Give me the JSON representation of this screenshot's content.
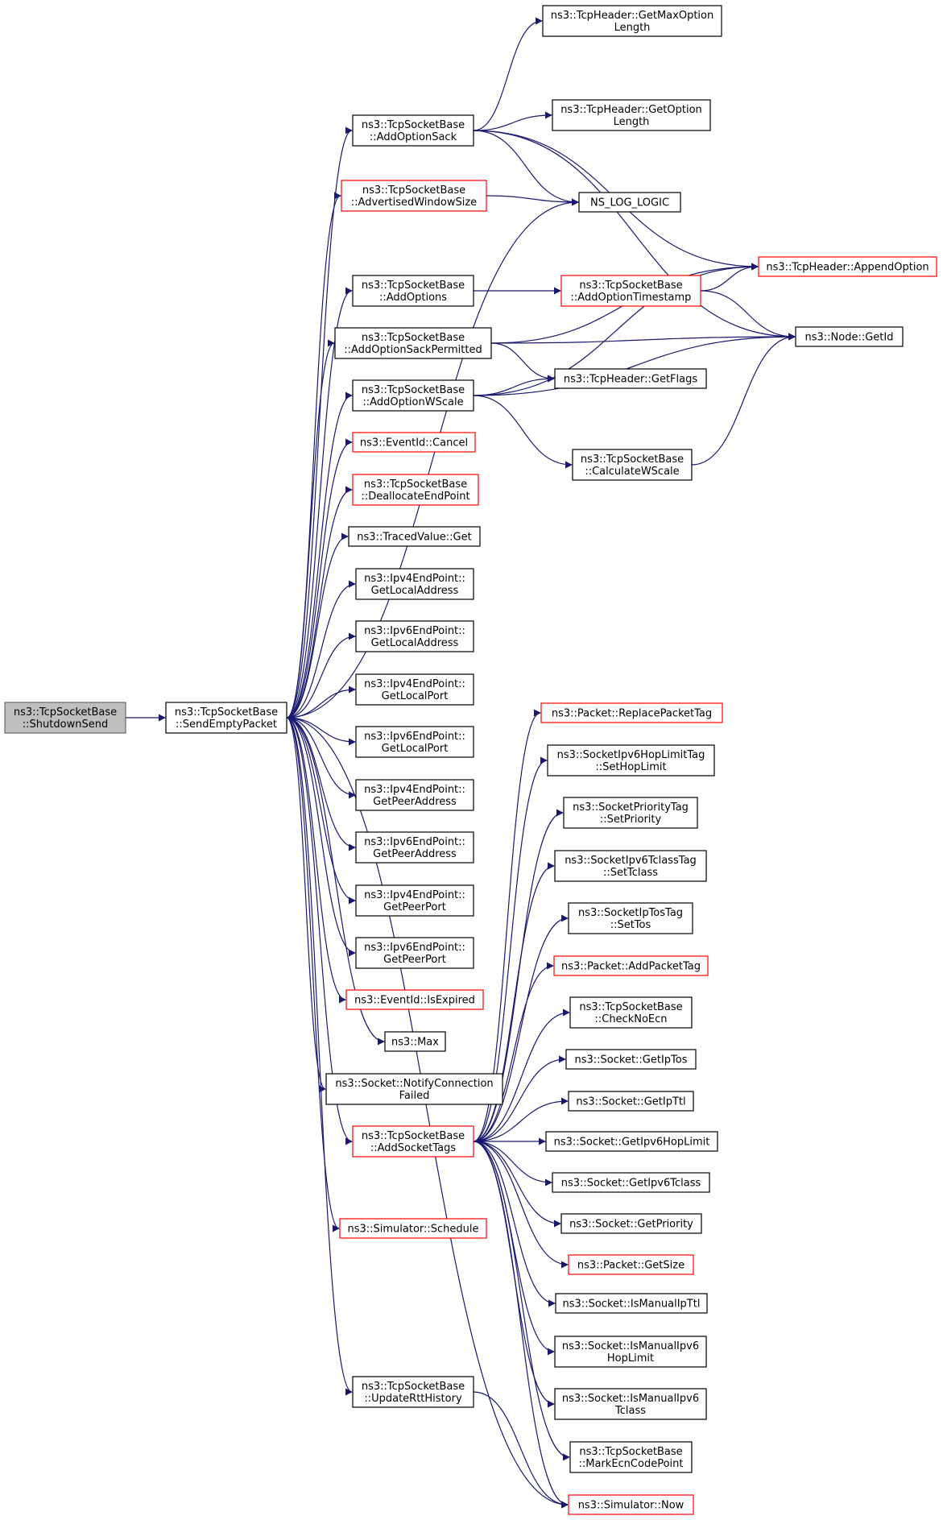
{
  "graph": {
    "nodes": [
      {
        "id": "shutdown_send",
        "lines": [
          "ns3::TcpSocketBase",
          "::ShutdownSend"
        ],
        "style": "root"
      },
      {
        "id": "send_empty_packet",
        "lines": [
          "ns3::TcpSocketBase",
          "::SendEmptyPacket"
        ],
        "style": "normal"
      },
      {
        "id": "add_option_sack",
        "lines": [
          "ns3::TcpSocketBase",
          "::AddOptionSack"
        ],
        "style": "normal"
      },
      {
        "id": "advertised_window_size",
        "lines": [
          "ns3::TcpSocketBase",
          "::AdvertisedWindowSize"
        ],
        "style": "red"
      },
      {
        "id": "add_options",
        "lines": [
          "ns3::TcpSocketBase",
          "::AddOptions"
        ],
        "style": "normal"
      },
      {
        "id": "add_option_sack_permitted",
        "lines": [
          "ns3::TcpSocketBase",
          "::AddOptionSackPermitted"
        ],
        "style": "normal"
      },
      {
        "id": "add_option_wscale",
        "lines": [
          "ns3::TcpSocketBase",
          "::AddOptionWScale"
        ],
        "style": "normal"
      },
      {
        "id": "eventid_cancel",
        "lines": [
          "ns3::EventId::Cancel"
        ],
        "style": "red"
      },
      {
        "id": "deallocate_endpoint",
        "lines": [
          "ns3::TcpSocketBase",
          "::DeallocateEndPoint"
        ],
        "style": "red"
      },
      {
        "id": "tracedvalue_get",
        "lines": [
          "ns3::TracedValue::Get"
        ],
        "style": "normal"
      },
      {
        "id": "ipv4_get_local_address",
        "lines": [
          "ns3::Ipv4EndPoint::",
          "GetLocalAddress"
        ],
        "style": "normal"
      },
      {
        "id": "ipv6_get_local_address",
        "lines": [
          "ns3::Ipv6EndPoint::",
          "GetLocalAddress"
        ],
        "style": "normal"
      },
      {
        "id": "ipv4_get_local_port",
        "lines": [
          "ns3::Ipv4EndPoint::",
          "GetLocalPort"
        ],
        "style": "normal"
      },
      {
        "id": "ipv6_get_local_port",
        "lines": [
          "ns3::Ipv6EndPoint::",
          "GetLocalPort"
        ],
        "style": "normal"
      },
      {
        "id": "ipv4_get_peer_address",
        "lines": [
          "ns3::Ipv4EndPoint::",
          "GetPeerAddress"
        ],
        "style": "normal"
      },
      {
        "id": "ipv6_get_peer_address",
        "lines": [
          "ns3::Ipv6EndPoint::",
          "GetPeerAddress"
        ],
        "style": "normal"
      },
      {
        "id": "ipv4_get_peer_port",
        "lines": [
          "ns3::Ipv4EndPoint::",
          "GetPeerPort"
        ],
        "style": "normal"
      },
      {
        "id": "ipv6_get_peer_port",
        "lines": [
          "ns3::Ipv6EndPoint::",
          "GetPeerPort"
        ],
        "style": "normal"
      },
      {
        "id": "eventid_is_expired",
        "lines": [
          "ns3::EventId::IsExpired"
        ],
        "style": "red"
      },
      {
        "id": "max",
        "lines": [
          "ns3::Max"
        ],
        "style": "normal"
      },
      {
        "id": "notify_connection_failed",
        "lines": [
          "ns3::Socket::NotifyConnection",
          "Failed"
        ],
        "style": "normal"
      },
      {
        "id": "add_socket_tags",
        "lines": [
          "ns3::TcpSocketBase",
          "::AddSocketTags"
        ],
        "style": "red"
      },
      {
        "id": "simulator_schedule",
        "lines": [
          "ns3::Simulator::Schedule"
        ],
        "style": "red"
      },
      {
        "id": "update_rtt_history",
        "lines": [
          "ns3::TcpSocketBase",
          "::UpdateRttHistory"
        ],
        "style": "normal"
      },
      {
        "id": "get_max_option_length",
        "lines": [
          "ns3::TcpHeader::GetMaxOption",
          "Length"
        ],
        "style": "normal"
      },
      {
        "id": "get_option_length",
        "lines": [
          "ns3::TcpHeader::GetOption",
          "Length"
        ],
        "style": "normal"
      },
      {
        "id": "ns_log_logic",
        "lines": [
          "NS_LOG_LOGIC"
        ],
        "style": "normal"
      },
      {
        "id": "append_option",
        "lines": [
          "ns3::TcpHeader::AppendOption"
        ],
        "style": "red"
      },
      {
        "id": "add_option_timestamp",
        "lines": [
          "ns3::TcpSocketBase",
          "::AddOptionTimestamp"
        ],
        "style": "red"
      },
      {
        "id": "node_get_id",
        "lines": [
          "ns3::Node::GetId"
        ],
        "style": "normal"
      },
      {
        "id": "get_flags",
        "lines": [
          "ns3::TcpHeader::GetFlags"
        ],
        "style": "normal"
      },
      {
        "id": "calculate_wscale",
        "lines": [
          "ns3::TcpSocketBase",
          "::CalculateWScale"
        ],
        "style": "normal"
      },
      {
        "id": "replace_packet_tag",
        "lines": [
          "ns3::Packet::ReplacePacketTag"
        ],
        "style": "red"
      },
      {
        "id": "set_hop_limit",
        "lines": [
          "ns3::SocketIpv6HopLimitTag",
          "::SetHopLimit"
        ],
        "style": "normal"
      },
      {
        "id": "set_priority",
        "lines": [
          "ns3::SocketPriorityTag",
          "::SetPriority"
        ],
        "style": "normal"
      },
      {
        "id": "set_tclass",
        "lines": [
          "ns3::SocketIpv6TclassTag",
          "::SetTclass"
        ],
        "style": "normal"
      },
      {
        "id": "set_tos",
        "lines": [
          "ns3::SocketIpTosTag",
          "::SetTos"
        ],
        "style": "normal"
      },
      {
        "id": "add_packet_tag",
        "lines": [
          "ns3::Packet::AddPacketTag"
        ],
        "style": "red"
      },
      {
        "id": "check_no_ecn",
        "lines": [
          "ns3::TcpSocketBase",
          "::CheckNoEcn"
        ],
        "style": "normal"
      },
      {
        "id": "get_ip_tos",
        "lines": [
          "ns3::Socket::GetIpTos"
        ],
        "style": "normal"
      },
      {
        "id": "get_ip_ttl",
        "lines": [
          "ns3::Socket::GetIpTtl"
        ],
        "style": "normal"
      },
      {
        "id": "get_ipv6_hop_limit",
        "lines": [
          "ns3::Socket::GetIpv6HopLimit"
        ],
        "style": "normal"
      },
      {
        "id": "get_ipv6_tclass",
        "lines": [
          "ns3::Socket::GetIpv6Tclass"
        ],
        "style": "normal"
      },
      {
        "id": "get_priority",
        "lines": [
          "ns3::Socket::GetPriority"
        ],
        "style": "normal"
      },
      {
        "id": "packet_get_size",
        "lines": [
          "ns3::Packet::GetSize"
        ],
        "style": "red"
      },
      {
        "id": "is_manual_ip_ttl",
        "lines": [
          "ns3::Socket::IsManualIpTtl"
        ],
        "style": "normal"
      },
      {
        "id": "is_manual_ipv6_hop_limit",
        "lines": [
          "ns3::Socket::IsManualIpv6",
          "HopLimit"
        ],
        "style": "normal"
      },
      {
        "id": "is_manual_ipv6_tclass",
        "lines": [
          "ns3::Socket::IsManualIpv6",
          "Tclass"
        ],
        "style": "normal"
      },
      {
        "id": "mark_ecn_code_point",
        "lines": [
          "ns3::TcpSocketBase",
          "::MarkEcnCodePoint"
        ],
        "style": "normal"
      },
      {
        "id": "simulator_now",
        "lines": [
          "ns3::Simulator::Now"
        ],
        "style": "red"
      }
    ],
    "edges": [
      [
        "shutdown_send",
        "send_empty_packet"
      ],
      [
        "send_empty_packet",
        "add_option_sack"
      ],
      [
        "send_empty_packet",
        "advertised_window_size"
      ],
      [
        "send_empty_packet",
        "ns_log_logic"
      ],
      [
        "send_empty_packet",
        "add_options"
      ],
      [
        "send_empty_packet",
        "add_option_sack_permitted"
      ],
      [
        "send_empty_packet",
        "add_option_wscale"
      ],
      [
        "send_empty_packet",
        "eventid_cancel"
      ],
      [
        "send_empty_packet",
        "deallocate_endpoint"
      ],
      [
        "send_empty_packet",
        "tracedvalue_get"
      ],
      [
        "send_empty_packet",
        "ipv4_get_local_address"
      ],
      [
        "send_empty_packet",
        "ipv6_get_local_address"
      ],
      [
        "send_empty_packet",
        "ipv4_get_local_port"
      ],
      [
        "send_empty_packet",
        "ipv6_get_local_port"
      ],
      [
        "send_empty_packet",
        "ipv4_get_peer_address"
      ],
      [
        "send_empty_packet",
        "ipv6_get_peer_address"
      ],
      [
        "send_empty_packet",
        "ipv4_get_peer_port"
      ],
      [
        "send_empty_packet",
        "ipv6_get_peer_port"
      ],
      [
        "send_empty_packet",
        "eventid_is_expired"
      ],
      [
        "send_empty_packet",
        "max"
      ],
      [
        "send_empty_packet",
        "notify_connection_failed"
      ],
      [
        "send_empty_packet",
        "add_socket_tags"
      ],
      [
        "send_empty_packet",
        "simulator_schedule"
      ],
      [
        "send_empty_packet",
        "update_rtt_history"
      ],
      [
        "send_empty_packet",
        "simulator_now"
      ],
      [
        "add_option_sack",
        "get_max_option_length"
      ],
      [
        "add_option_sack",
        "get_option_length"
      ],
      [
        "add_option_sack",
        "append_option"
      ],
      [
        "add_option_sack",
        "ns_log_logic"
      ],
      [
        "add_option_sack",
        "node_get_id"
      ],
      [
        "advertised_window_size",
        "ns_log_logic"
      ],
      [
        "add_options",
        "add_option_timestamp"
      ],
      [
        "add_option_timestamp",
        "append_option"
      ],
      [
        "add_option_timestamp",
        "node_get_id"
      ],
      [
        "add_option_sack_permitted",
        "append_option"
      ],
      [
        "add_option_sack_permitted",
        "node_get_id"
      ],
      [
        "add_option_sack_permitted",
        "get_flags"
      ],
      [
        "add_option_wscale",
        "get_flags"
      ],
      [
        "add_option_wscale",
        "append_option"
      ],
      [
        "add_option_wscale",
        "calculate_wscale"
      ],
      [
        "add_option_wscale",
        "node_get_id"
      ],
      [
        "calculate_wscale",
        "node_get_id"
      ],
      [
        "add_socket_tags",
        "replace_packet_tag"
      ],
      [
        "add_socket_tags",
        "set_hop_limit"
      ],
      [
        "add_socket_tags",
        "set_priority"
      ],
      [
        "add_socket_tags",
        "set_tclass"
      ],
      [
        "add_socket_tags",
        "set_tos"
      ],
      [
        "add_socket_tags",
        "add_packet_tag"
      ],
      [
        "add_socket_tags",
        "check_no_ecn"
      ],
      [
        "add_socket_tags",
        "get_ip_tos"
      ],
      [
        "add_socket_tags",
        "get_ip_ttl"
      ],
      [
        "add_socket_tags",
        "get_ipv6_hop_limit"
      ],
      [
        "add_socket_tags",
        "get_ipv6_tclass"
      ],
      [
        "add_socket_tags",
        "get_priority"
      ],
      [
        "add_socket_tags",
        "packet_get_size"
      ],
      [
        "add_socket_tags",
        "is_manual_ip_ttl"
      ],
      [
        "add_socket_tags",
        "is_manual_ipv6_hop_limit"
      ],
      [
        "add_socket_tags",
        "is_manual_ipv6_tclass"
      ],
      [
        "add_socket_tags",
        "mark_ecn_code_point"
      ],
      [
        "add_socket_tags",
        "simulator_now"
      ],
      [
        "update_rtt_history",
        "simulator_now"
      ]
    ]
  },
  "colors": {
    "edge": "#191970",
    "node_border": "#000000",
    "node_border_red": "#ff0000",
    "root_fill": "#bfbfbf",
    "root_border": "#666666"
  }
}
